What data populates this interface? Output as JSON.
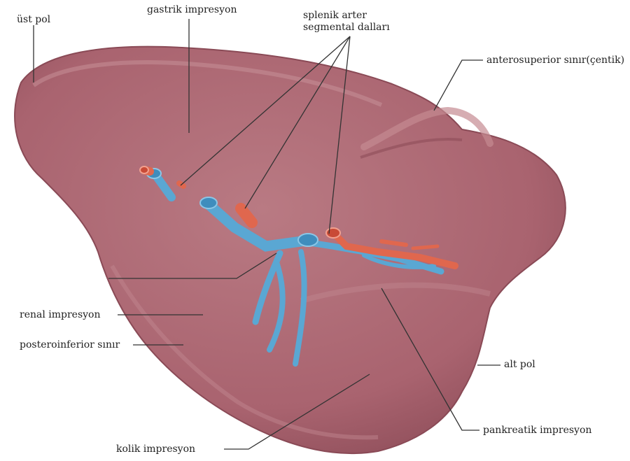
{
  "labels": {
    "ust_pol": "üst pol",
    "gastrik": "gastrik impresyon",
    "splenik_line1": "splenik arter",
    "splenik_line2": "segmental dalları",
    "anterosuperior": "anterosuperior sınır(çentik)",
    "renal": "renal impresyon",
    "posteroinferior": "posteroinferior sınır",
    "alt_pol": "alt pol",
    "pankreatik": "pankreatik impresyon",
    "kolik": "kolik impresyon"
  },
  "colors": {
    "spleen": "#b06a76",
    "spleen_dark": "#9a5562",
    "spleen_light": "#c88890",
    "vein": "#5aa7d3",
    "artery": "#e0674e",
    "leader": "#333333"
  }
}
